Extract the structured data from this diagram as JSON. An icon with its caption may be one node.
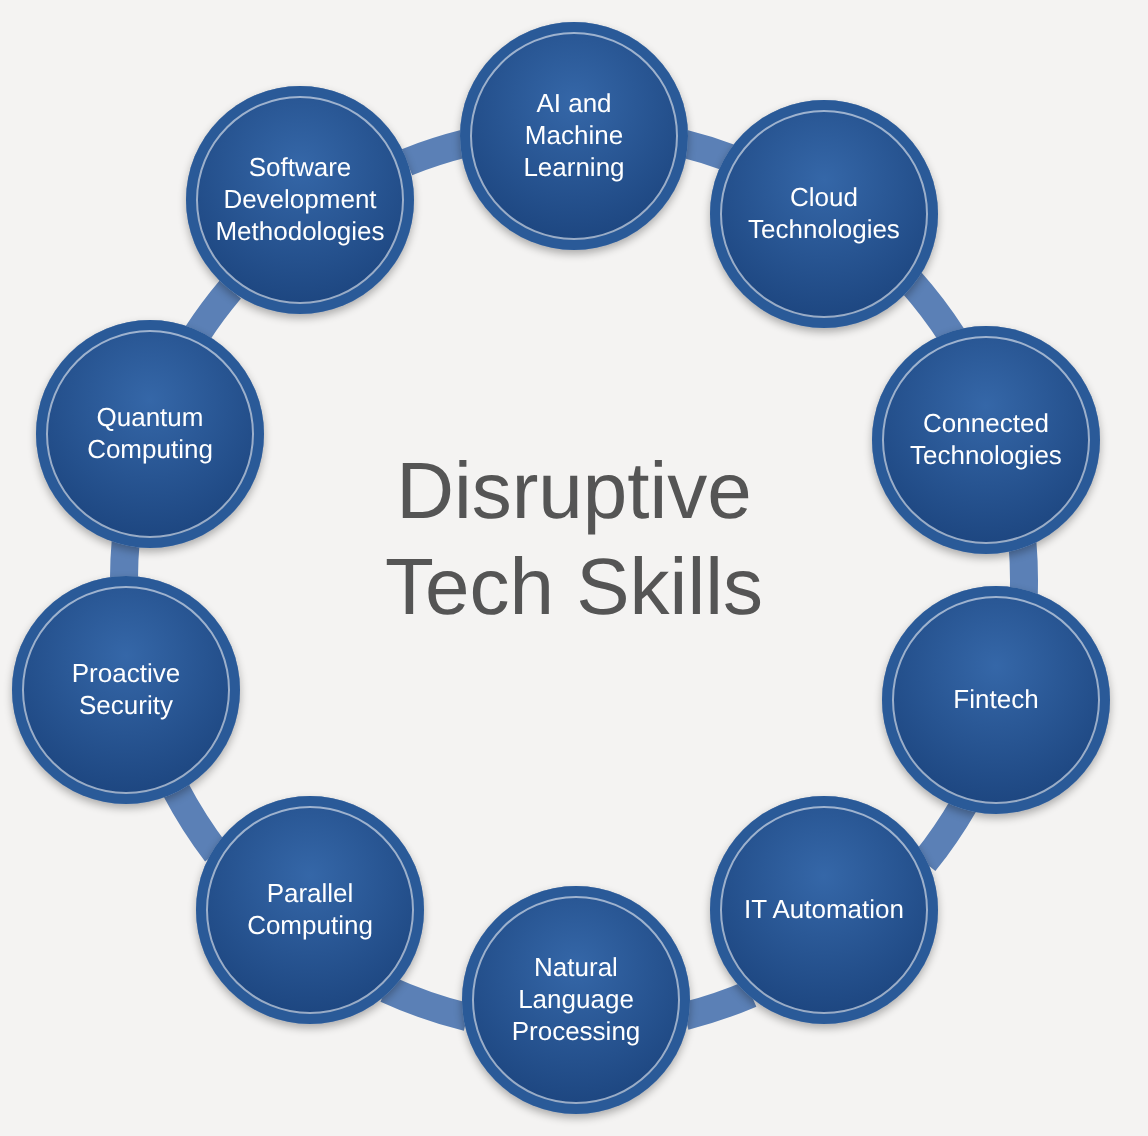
{
  "diagram": {
    "title": "Disruptive Tech Skills",
    "nodes": [
      {
        "text": [
          "AI and Machine Learning"
        ]
      },
      {
        "text": [
          "Cloud Technologies"
        ]
      },
      {
        "text": [
          "Connected Technologies"
        ]
      },
      {
        "text": [
          "Fintech"
        ]
      },
      {
        "text": [
          "IT Automation"
        ]
      },
      {
        "text": [
          "Natural Language Processing"
        ]
      },
      {
        "text": [
          "Parallel Computing"
        ]
      },
      {
        "text": [
          "Proactive Security"
        ]
      },
      {
        "text": [
          "Quantum Computing"
        ]
      },
      {
        "text": [
          "Software Development Methodologies"
        ]
      }
    ],
    "edges": [
      {
        "from": 0,
        "to": 1,
        "arrow": "none"
      },
      {
        "from": 1,
        "to": 2,
        "arrow": "none"
      },
      {
        "from": 2,
        "to": 3,
        "arrow": "none"
      },
      {
        "from": 3,
        "to": 4,
        "arrow": "none"
      },
      {
        "from": 4,
        "to": 5,
        "arrow": "none"
      },
      {
        "from": 5,
        "to": 6,
        "arrow": "none"
      },
      {
        "from": 6,
        "to": 7,
        "arrow": "none"
      },
      {
        "from": 7,
        "to": 8,
        "arrow": "none"
      },
      {
        "from": 8,
        "to": 9,
        "arrow": "none"
      },
      {
        "from": 9,
        "to": 0,
        "arrow": "none"
      }
    ]
  }
}
